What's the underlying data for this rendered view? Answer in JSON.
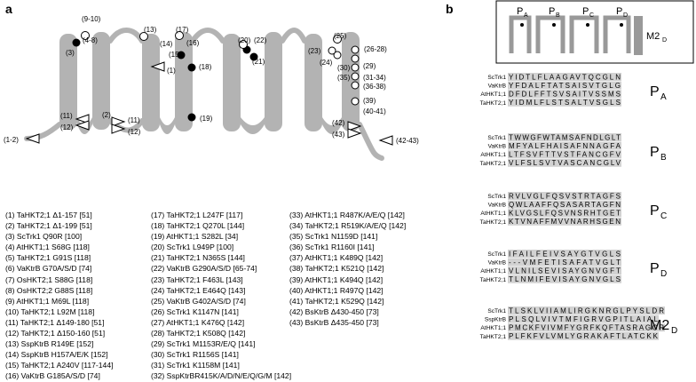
{
  "panel_a": {
    "letter": "a",
    "mutation_labels": [
      "(9-10)",
      "(4-8)",
      "(3)",
      "(13)",
      "(14)",
      "(15)",
      "(17)",
      "(16)",
      "(18)",
      "(22)",
      "(20)",
      "(21)",
      "(25)",
      "(23)",
      "(24)",
      "(26-28)",
      "(29)",
      "(30)",
      "(35)",
      "(31-34)",
      "(36-38)",
      "(39)",
      "(40-41)",
      "(1)",
      "(11)",
      "(12)",
      "(2)",
      "(11)",
      "(12)",
      "(19)",
      "(42)",
      "(43)",
      "(42-43)",
      "(1-2)"
    ],
    "legend": [
      [
        "(1)  TaHKT2;1 Δ1-157 [51]",
        "(2)  TaHKT2;1 Δ1-199 [51]",
        "(3)  ScTrk1 Q90R [100]",
        "(4)  AtHKT1;1 S68G [118]",
        "(5)  TaHKT2;1 G91S [118]",
        "(6)  VaKtrB G70A/S/D [74]",
        "(7)  OsHKT2;1 S88G [118]",
        "(8)  OsHKT2;2 G88S [118]",
        "(9)  AtHKT1;1 M69L [118]",
        "(10) TaHKT2;1 L92M [118]",
        "(11) TaHKT2;1 Δ149-180 [51]",
        "(12) TaHKT2;1 Δ150-160 [51]",
        "(13) SspKtrB R149E [152]",
        "(14) SspKtrB H157A/E/K [152]",
        "(15) TaHKT2;1 A240V [117-144]",
        "(16) VaKtrB G185A/S/D [74]"
      ],
      [
        "(17) TaHKT2;1 L247F [117]",
        "(18) TaHKT2;1 Q270L [144]",
        "(19) AtHKT1;1 S282L [34]",
        "(20) ScTrk1 L949P [100]",
        "(21) TaHKT2;1 N365S [144]",
        "(22) VaKtrB G290A/S/D [65-74]",
        "(23) TaHKT2;1 F463L [143]",
        "(24) TaHKT2;1 E464Q [143]",
        "(25) VaKtrB G402A/S/D [74]",
        "(26) ScTrk1 K1147N [141]",
        "(27) AtHKT1;1 K476Q [142]",
        "(28) TaHKT2;1 K508Q [142]",
        "(29) ScTrk1 M1153R/E/Q [141]",
        "(30) ScTrk1 R1156S [141]",
        "(31) ScTrk1 K1158M [141]",
        "(32) SspKtrBR415K/A/D/N/E/Q/G/M [142]"
      ],
      [
        "(33) AtHKT1;1 R487K/A/E/Q [142]",
        "(34) TaHKT2;1 R519K/A/E/Q [142]",
        "(35) ScTrk1 N1159D [141]",
        "(36) ScTrk1 R1160I [141]",
        "(37) AtHKT1;1 K489Q [142]",
        "(38) TaHKT2;1 K521Q [142]",
        "(39) AtHKT1;1 K494Q [142]",
        "(40) AtHKT1;1 R497Q [142]",
        "(41) TaHKT2;1 K529Q [142]",
        "(42) BsKtrB Δ430-450 [73]",
        "(43) BsKtrB Δ435-450 [73]"
      ]
    ]
  },
  "panel_b": {
    "letter": "b",
    "schematic_labels": [
      "P",
      "A",
      "P",
      "B",
      "P",
      "C",
      "P",
      "D",
      "M2",
      "D"
    ],
    "blocks": [
      {
        "label": "P",
        "sub": "A",
        "rows": [
          {
            "name": "ScTrk1",
            "seq": "YIDTLFLAAGAVTQCGLN"
          },
          {
            "name": "VaKtrB",
            "seq": "YFDALFTATSAISVTGLG"
          },
          {
            "name": "AtHKT1;1",
            "seq": "DFDLFFTSVSAITVSSMS"
          },
          {
            "name": "TaHKT2;1",
            "seq": "YIDMLFLSTSALTVSGLS"
          }
        ]
      },
      {
        "label": "P",
        "sub": "B",
        "rows": [
          {
            "name": "ScTrk1",
            "seq": "TWWGFWTAMSAFNDLGLT"
          },
          {
            "name": "VaKtrB",
            "seq": "MFYALFHAISAFNNAGFA"
          },
          {
            "name": "AtHKT1;1",
            "seq": "LTFSVFTTVSTFANCGFV"
          },
          {
            "name": "TaHKT2;1",
            "seq": "VLFSLSVTVASCANCGLV"
          }
        ]
      },
      {
        "label": "P",
        "sub": "C",
        "rows": [
          {
            "name": "ScTrk1",
            "seq": "RVLVGLFQSVSTRTAGFS"
          },
          {
            "name": "VaKtrB",
            "seq": "QWLAAFFQSASARTAGFN"
          },
          {
            "name": "AtHKT1;1",
            "seq": "KLVGSLFQSVNSRHTGET"
          },
          {
            "name": "TaHKT2;1",
            "seq": "KTVNAFFMVVNARHSGEN"
          }
        ]
      },
      {
        "label": "P",
        "sub": "D",
        "rows": [
          {
            "name": "ScTrk1",
            "seq": "IFAILFEIVSAYGTVGLS"
          },
          {
            "name": "VaKtrB",
            "seq": "---VMFETISAFATVGLT"
          },
          {
            "name": "AtHKT1;1",
            "seq": "VLNILSEVISAYGNVGFT"
          },
          {
            "name": "TaHKT2;1",
            "seq": "TLNMIFEVISAYGNVGLS"
          }
        ]
      },
      {
        "label": "M2",
        "sub": "D",
        "rows": [
          {
            "name": "ScTrk1",
            "seq": "TLSKLVIIAMLIRGKNRGLPYSLDR"
          },
          {
            "name": "SspKtrB",
            "seq": "PLSQLVIVTMFIGRVGPITLAIAL"
          },
          {
            "name": "AtHKT1;1",
            "seq": "PMCKFVIVMFYGRFKQFTASRAGCR"
          },
          {
            "name": "TaHKT2;1",
            "seq": "PLFKFVLVMLYGRAKAFTLATCKK"
          }
        ]
      }
    ]
  }
}
